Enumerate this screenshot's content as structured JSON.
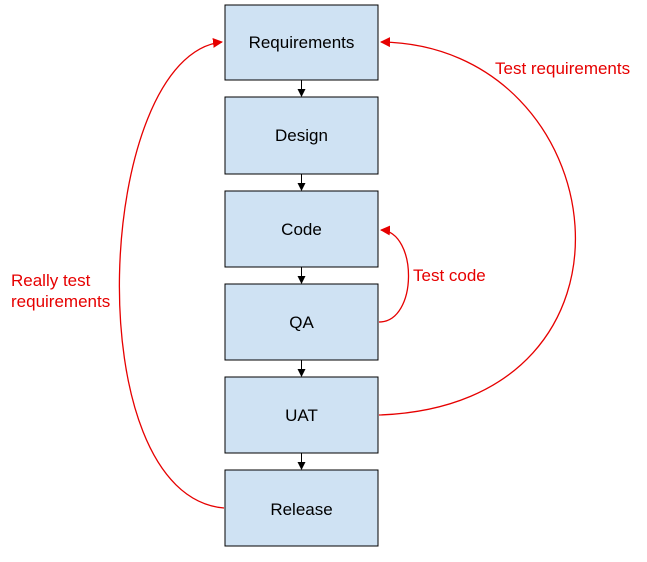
{
  "colors": {
    "box_fill": "#cfe2f3",
    "box_stroke": "#000000",
    "loop": "#e60000",
    "text": "#000000"
  },
  "stages": [
    {
      "label": "Requirements"
    },
    {
      "label": "Design"
    },
    {
      "label": "Code"
    },
    {
      "label": "QA"
    },
    {
      "label": "UAT"
    },
    {
      "label": "Release"
    }
  ],
  "flow": [
    {
      "from": "Requirements",
      "to": "Design"
    },
    {
      "from": "Design",
      "to": "Code"
    },
    {
      "from": "Code",
      "to": "QA"
    },
    {
      "from": "QA",
      "to": "UAT"
    },
    {
      "from": "UAT",
      "to": "Release"
    }
  ],
  "loops": {
    "test_requirements": {
      "label": "Test requirements",
      "from": "UAT",
      "to": "Requirements"
    },
    "test_code": {
      "label": "Test code",
      "from": "QA",
      "to": "Code"
    },
    "really_test_requirements": {
      "label_lines": [
        "Really test",
        "requirements"
      ],
      "from": "Release",
      "to": "Requirements"
    }
  }
}
